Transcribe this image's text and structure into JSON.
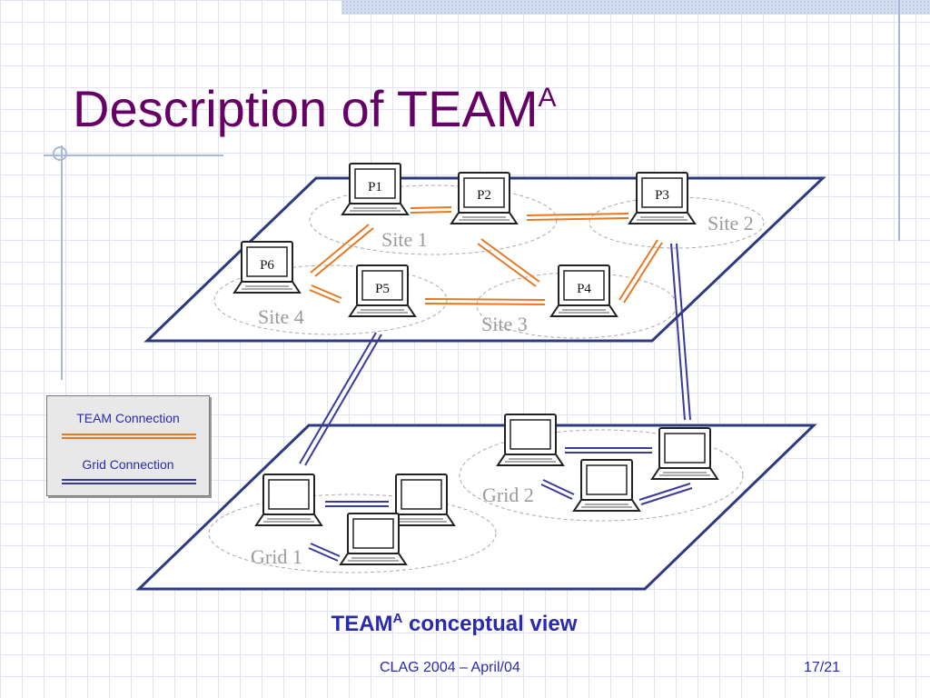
{
  "slide": {
    "title": "Description of TEAM",
    "title_superscript": "A",
    "caption": "TEAM",
    "caption_superscript": "A",
    "caption_rest": " conceptual view",
    "footer_left": "CLAG 2004 – April/04",
    "footer_right": "17/21"
  },
  "legend": {
    "team_connection": "TEAM Connection",
    "grid_connection": "Grid Connection"
  },
  "computers": {
    "p1": "P1",
    "p2": "P2",
    "p3": "P3",
    "p4": "P4",
    "p5": "P5",
    "p6": "P6"
  },
  "sites": {
    "site1": "Site 1",
    "site2": "Site 2",
    "site3": "Site 3",
    "site4": "Site 4"
  },
  "grids": {
    "grid1": "Grid 1",
    "grid2": "Grid 2"
  },
  "colors": {
    "title": "#660066",
    "accent_blue": "#2a2ab0",
    "team_connection": "#e87722",
    "grid_connection": "#3a3a9a",
    "plane_outline": "#2e3a80",
    "site_label": "#9a9a9a"
  },
  "icons": [
    "laptop-icon"
  ]
}
